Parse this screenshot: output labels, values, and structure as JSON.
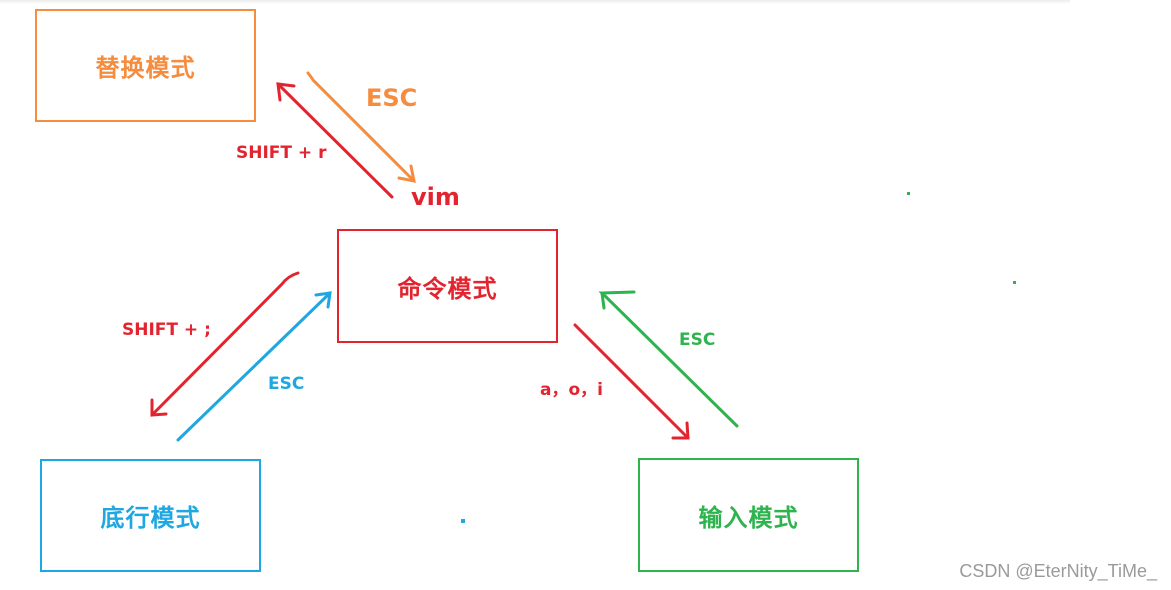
{
  "modes": {
    "replace": "替换模式",
    "command": "命令模式",
    "bottom": "底行模式",
    "insert": "输入模式"
  },
  "labels": {
    "esc_orange": "ESC",
    "shift_r": "SHIFT + r",
    "vim": "vim",
    "shift_semicolon": "SHIFT + ;",
    "esc_blue": "ESC",
    "esc_green": "ESC",
    "insert_keys": "a，o，i"
  },
  "watermark": "CSDN @EterNity_TiMe_",
  "colors": {
    "orange": "#f58c3e",
    "red": "#e3242f",
    "blue": "#1ea7e0",
    "green": "#2eb34f"
  }
}
